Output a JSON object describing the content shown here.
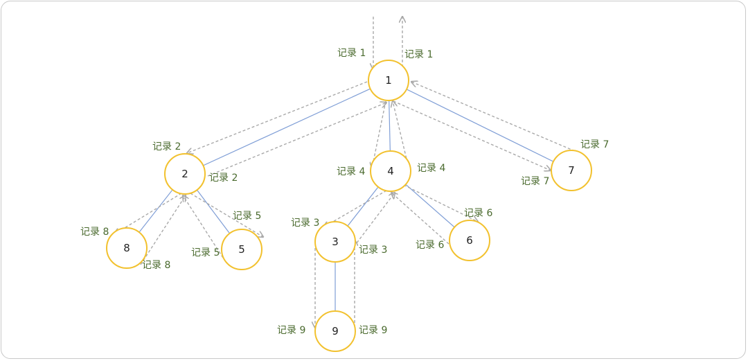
{
  "nodes": [
    {
      "id": "1",
      "label": "1"
    },
    {
      "id": "2",
      "label": "2"
    },
    {
      "id": "4",
      "label": "4"
    },
    {
      "id": "7",
      "label": "7"
    },
    {
      "id": "8",
      "label": "8"
    },
    {
      "id": "5",
      "label": "5"
    },
    {
      "id": "3",
      "label": "3"
    },
    {
      "id": "6",
      "label": "6"
    },
    {
      "id": "9",
      "label": "9"
    }
  ],
  "edges": [
    [
      "1",
      "2"
    ],
    [
      "1",
      "4"
    ],
    [
      "1",
      "7"
    ],
    [
      "2",
      "8"
    ],
    [
      "2",
      "5"
    ],
    [
      "4",
      "3"
    ],
    [
      "4",
      "6"
    ],
    [
      "3",
      "9"
    ]
  ],
  "labels": [
    "记录 1",
    "记录 1",
    "记录 2",
    "记录 2",
    "记录 4",
    "记录 4",
    "记录 7",
    "记录 7",
    "记录 8",
    "记录 8",
    "记录 5",
    "记录 5",
    "记录 3",
    "记录 3",
    "记录 6",
    "记录 6",
    "记录 9",
    "记录 9"
  ],
  "colors": {
    "node_stroke": "#f2c12e",
    "edge": "#7f9ed6",
    "trace": "#a9a9a9",
    "label": "#4a6a2e"
  }
}
